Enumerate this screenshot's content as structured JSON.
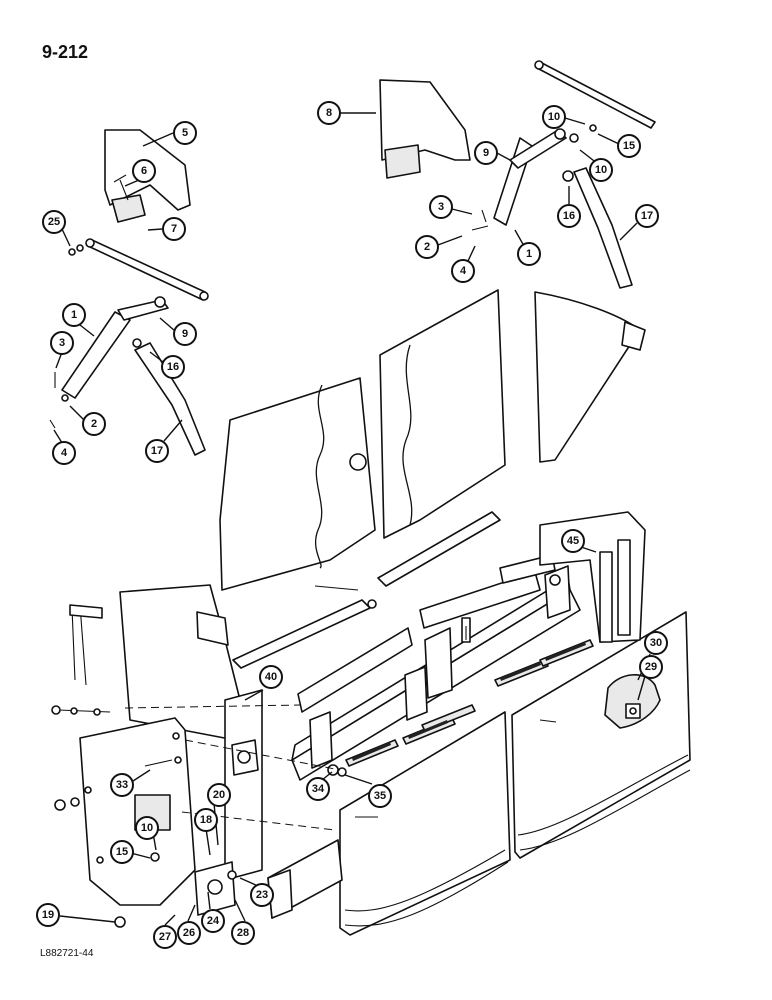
{
  "page_label": "9-212",
  "drawing_code": "L882721-44",
  "callouts": [
    "5",
    "6",
    "7",
    "25",
    "8",
    "9",
    "10",
    "15",
    "10",
    "16",
    "17",
    "3",
    "2",
    "4",
    "1",
    "1",
    "3",
    "9",
    "16",
    "2",
    "4",
    "17",
    "45",
    "40",
    "30",
    "29",
    "33",
    "20",
    "18",
    "10",
    "15",
    "34",
    "35",
    "19",
    "27",
    "26",
    "24",
    "28",
    "23"
  ]
}
